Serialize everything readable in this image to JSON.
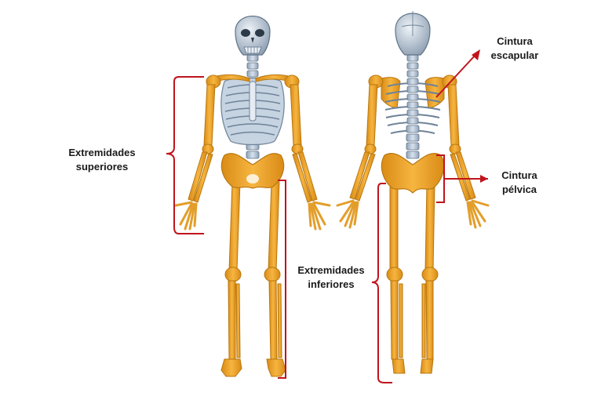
{
  "labels": {
    "upper_limbs": {
      "line1": "Extremidades",
      "line2": "superiores"
    },
    "lower_limbs": {
      "line1": "Extremidades",
      "line2": "inferiores"
    },
    "shoulder_girdle": {
      "line1": "Cintura",
      "line2": "escapular"
    },
    "pelvic_girdle": {
      "line1": "Cintura",
      "line2": "pélvica"
    }
  },
  "colors": {
    "bone_limb": "#f0a92c",
    "bone_limb_dark": "#c47f12",
    "bone_axial": "#b7c6d9",
    "bone_axial_dark": "#6f8399",
    "annotation": "#c0141c",
    "text": "#1a1a1a"
  }
}
